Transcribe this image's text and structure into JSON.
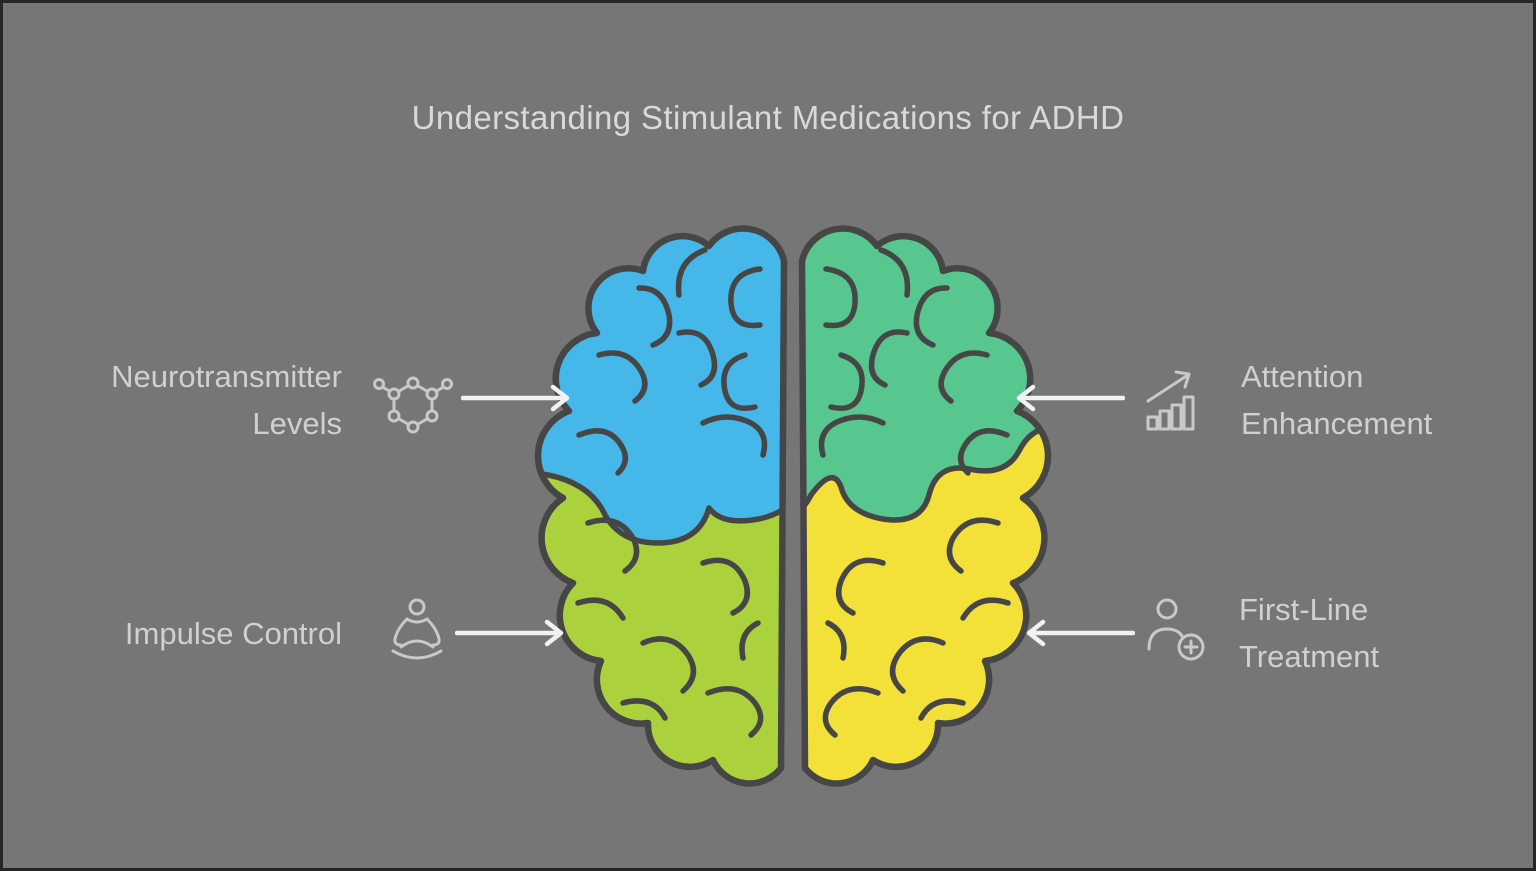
{
  "title": "Understanding Stimulant Medications for ADHD",
  "callouts": {
    "neurotransmitter": {
      "line1": "Neurotransmitter",
      "line2": "Levels",
      "icon": "molecule-icon",
      "side": "left"
    },
    "impulse": {
      "line1": "Impulse Control",
      "icon": "meditation-icon",
      "side": "left"
    },
    "attention": {
      "line1": "Attention",
      "line2": "Enhancement",
      "icon": "growth-chart-icon",
      "side": "right"
    },
    "firstline": {
      "line1": "First-Line",
      "line2": "Treatment",
      "icon": "patient-plus-icon",
      "side": "right"
    }
  },
  "colors": {
    "background": "#767676",
    "border": "#262626",
    "brain_outline": "#464646",
    "label_text": "#d0d0d0",
    "title_text": "#d9d9d9",
    "arrow": "#f2f2f2",
    "icon": "#c9c9c9",
    "frontal_left": "#45b7e8",
    "frontal_right": "#57c78f",
    "posterior_left": "#abd23c",
    "posterior_right": "#f3e13a"
  }
}
